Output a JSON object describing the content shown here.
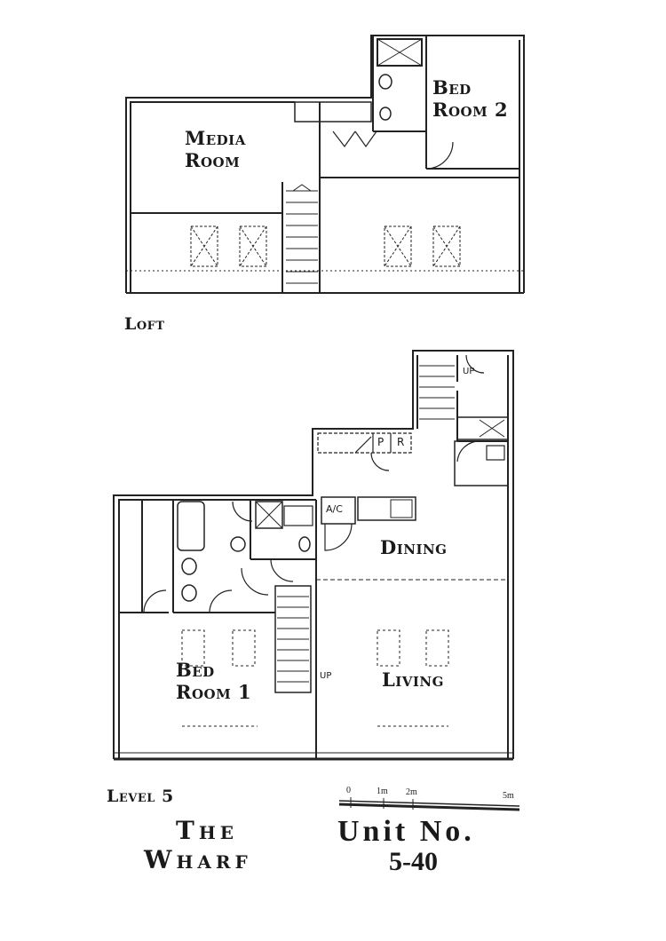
{
  "rooms": {
    "media_room": [
      "Media",
      "Room"
    ],
    "bed_room_2": [
      "Bed",
      "Room 2"
    ],
    "dining": "Dining",
    "bed_room_1": [
      "Bed",
      "Room 1"
    ],
    "living": "Living"
  },
  "fixtures": {
    "up_top": "UP",
    "up_stair": "UP",
    "pantry_p": "P",
    "pantry_r": "R",
    "ac": "A/C"
  },
  "levels": {
    "loft": "Loft",
    "level5": "Level 5"
  },
  "scale": {
    "marks": [
      "0",
      "1m",
      "2m",
      "5m"
    ]
  },
  "branding": {
    "building_line1": "The",
    "building_line2": "Wharf",
    "unit_title": "Unit No.",
    "unit_number": "5-40"
  }
}
